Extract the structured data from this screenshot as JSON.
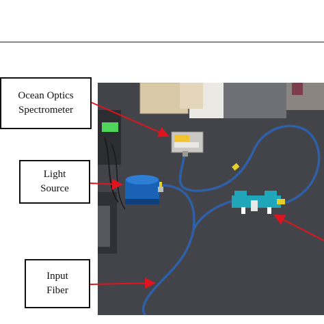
{
  "labels": {
    "spectrometer": {
      "line1": "Ocean Optics",
      "line2": "Spectrometer"
    },
    "light_source": {
      "line1": "Light",
      "line2": "Source"
    },
    "input_fiber": {
      "line1": "Input",
      "line2": "Fiber"
    }
  },
  "colors": {
    "arrow": "#e0141e",
    "floor": "#45474c",
    "fiber": "#2f5fa6",
    "light_source_body": "#1a62b5",
    "sample_holder": "#1fa6b8",
    "label_border": "#111111"
  },
  "icons": {
    "spectrometer": "spectrometer-device",
    "light_source": "light-source-device",
    "sample_holder": "cuvette-holder"
  }
}
